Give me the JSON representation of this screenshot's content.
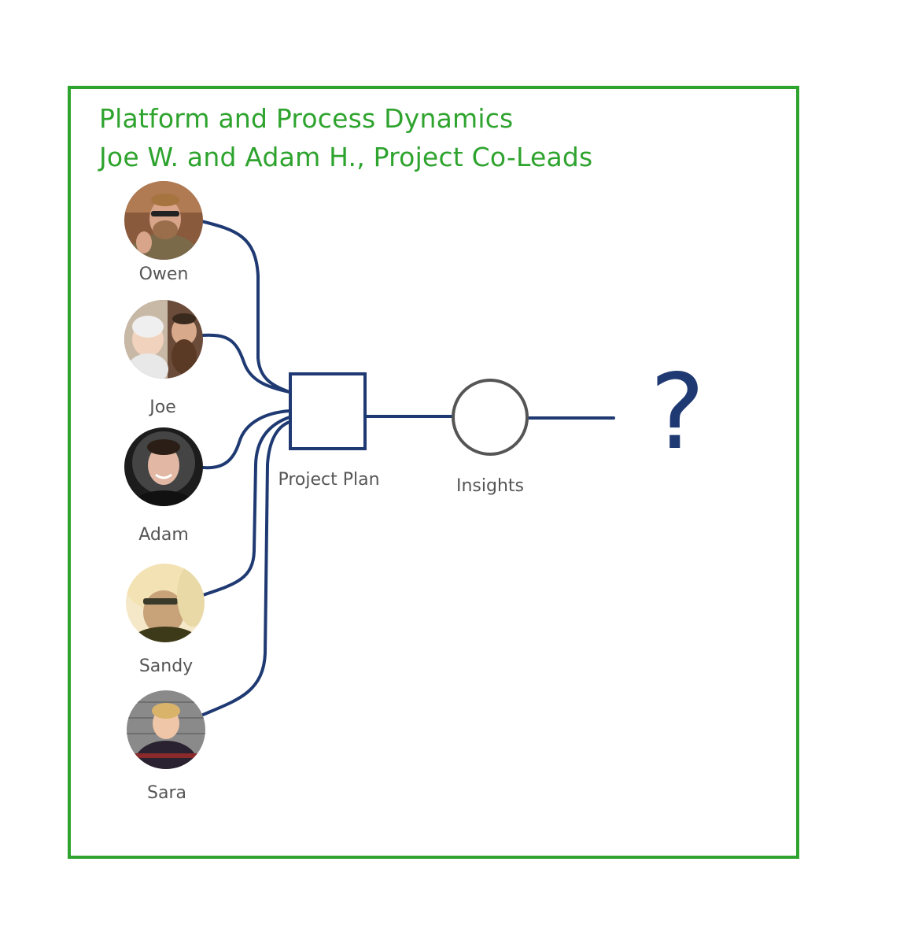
{
  "title": "Platform and Process Dynamics",
  "subtitle": "Joe W. and Adam H., Project Co-Leads",
  "people": [
    {
      "name": "Owen",
      "avatar": "owen-avatar"
    },
    {
      "name": "Joe",
      "avatar": "joe-avatar"
    },
    {
      "name": "Adam",
      "avatar": "adam-avatar"
    },
    {
      "name": "Sandy",
      "avatar": "sandy-avatar"
    },
    {
      "name": "Sara",
      "avatar": "sara-avatar"
    }
  ],
  "nodes": {
    "plan": "Project Plan",
    "insights": "Insights",
    "unknown": "?"
  },
  "colors": {
    "frame": "#2ea32e",
    "title": "#2ea32e",
    "connector": "#1f3a73",
    "circle": "#555555",
    "label": "#555555"
  }
}
